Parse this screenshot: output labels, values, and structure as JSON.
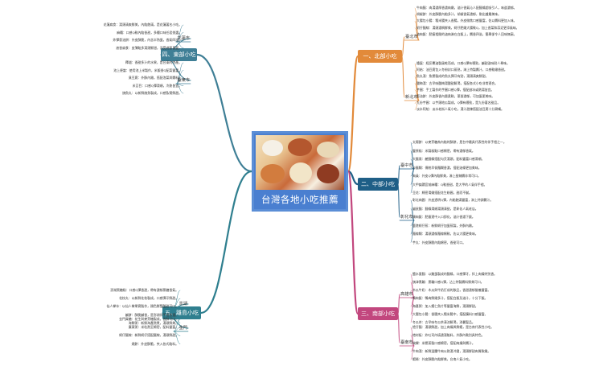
{
  "center": {
    "title": "台灣各地小吃推薦"
  },
  "colors": {
    "north": "#e28a3a",
    "central": "#1f5f87",
    "south": "#c2477e",
    "east": "#3f7f96",
    "islands": "#2f7f8f",
    "centerBorder": "#5b8ed6"
  },
  "icons": {
    "center_image": "food-photo-image"
  },
  "branches": [
    {
      "id": "north",
      "label": "一、北部小吃",
      "subs": [
        {
          "label": "臺北市",
          "items": [
            "牛肉麵：肉湯濃厚香濃肉嫩，滷汁香氣沁人配麵條超吸引人，味道濃郁。",
            "胡椒餅：外皮酥脆內餡多汁，胡椒香氣濃郁，剛出爐最美味。",
            "大腸包小腸：糯米腸夾入香腸，外皮微焦口感豐富，佐以醬料更加入味。",
            "蚵仔麵線：湯頭濃稠鮮美，蚵仔肥嫩大腸軟Q，加上香菜和蒜泥更添風味。",
            "滷肉飯：肥瘦相間的滷肉淋在白飯上，醬香四溢，簡單卻令人回味無窮。"
          ]
        },
        {
          "label": "新北市",
          "items": [
            "鐵蛋：經反覆滷製風乾而成，口感Q彈有嚼勁，鹹甜滋味耐人尋味。",
            "阿給：油豆腐包入冬粉封口蒸熟，淋上特製醬汁，口感軟嫩香甜。",
            "魚丸湯：魚漿製成的魚丸彈牙有勁，湯頭清爽鮮甜。",
            "酸梅湯：古早味酸梅湯酸甜解渴，搭配各式小吃非常適合。",
            "芋圓：手工製作的芋圓口感Q彈，搭配剉冰或熱湯皆宜。",
            "蔥油餅：外皮酥香內層柔軟，蔥香濃郁，可加蛋更美味。",
            "九份芋圓：以芋頭地瓜製成，Q彈有嚼勁，是九份著名甜品。",
            "淡水阿給：淡水老街人氣小吃，湯汁甜辣搭配油豆腐十分涮嘴。"
          ]
        }
      ]
    },
    {
      "id": "central",
      "label": "二、中部小吃",
      "subs": [
        {
          "label": "臺中市",
          "items": [
            "太陽餅：以麥芽糖為內餡的酥餅，是台中最具代表性的伴手禮之一。",
            "豐原糕：米製糕點口感綿密，帶有濃郁香氣。",
            "大麵羹：鹼麵條搭配勾芡湯頭，配料豐富口感滑順。",
            "炒麵糊：傳統早餐麵糊香濃，搭配油條更加美味。",
            "肉員：外皮Q彈內餡鮮美，淋上甜辣醬非常可口。",
            "大甲鎮瀾宮前麻糬：Q軟香甜，是大甲的人氣伴手禮。",
            "豆花：綿密滑嫩搭配花生粉圓，甜而不膩。"
          ]
        },
        {
          "label": "彰化市",
          "items": [
            "彰化肉圓：外皮透明Q彈，內餡飽滿豐富，淋上特調醬汁。",
            "貓鼠麵：麵條滑順湯頭清甜，是彰化人氣老店。",
            "爌肉飯：肥瘦適中入口即化，滷汁香濃下飯。",
            "鹿港蚵仔煎：新鮮蚵仔加蛋煎製，外酥內嫩。",
            "麵線糊：湯頭濃郁麵線綿軟，佐以大腸更美味。",
            "芋丸：外皮酥脆內餡綿密，香甜可口。"
          ]
        }
      ]
    },
    {
      "id": "south",
      "label": "三、南部小吃",
      "subs": [
        {
          "label": "高雄市",
          "items": [
            "鹽水意麵：以雞蛋製成的麵條，口感彈牙，拌上肉燥特別香。",
            "旗津黑輪：黑輪口感Q彈，沾上特製醬料鮮美可口。",
            "木瓜牛奶：木瓜與牛奶打成的飲品，香甜濃郁營養豐富。",
            "鴨肉飯：鴨肉鮮嫩多汁，搭配白飯及滷汁，十分下飯。",
            "海產粥：加入蝦仁魚片等豐富海鮮，湯頭鮮甜。",
            "大腸包小腸：香腸夾入糯米腸中，搭配醃料口感豐富。",
            "冬瓜茶：古早味冬瓜茶清涼解渴，消暑聖品。"
          ]
        },
        {
          "label": "臺南市",
          "items": [
            "擔仔麵：湯頭鮮甜，加上肉燥與鮮蝦，是台南代表性小吃。",
            "棺材板：炸吐司內填濃湯餡料，外酥內軟別具特色。",
            "碗粿：米漿蒸製口感綿密，搭配肉燥與醬汁。",
            "牛肉湯：新鮮溫體牛肉以熱湯沖燙，湯頭鮮甜肉質軟嫩。",
            "蝦捲：外皮酥脆內餡鮮美，台南人氣小吃。"
          ]
        }
      ]
    },
    {
      "id": "east",
      "label": "四、東部小吃",
      "subs": [
        {
          "label": "花蓮市",
          "items": [
            "花蓮扁食：湯頭清爽鮮美，內餡飽滿，是花蓮著名小吃。",
            "麻糬：口感Q軟內餡香甜，多種口味任君挑選。",
            "炸彈蔥油餅：外皮酥脆，內含半熟蛋，香氣四溢。",
            "液香扁食：皮薄餡多湯頭鮮甜，深受遊客喜愛。"
          ]
        },
        {
          "label": "臺東市",
          "items": [
            "釋迦：香甜多汁的水果，是台東的特產。",
            "池上便當：使用池上米製作，米飯香Q配菜豐富。",
            "臭豆腐：外酥內嫩，搭配泡菜與醬料。",
            "米苔目：口感Q彈滑順，冷熱皆宜。",
            "旗魚丸：以新鮮旗魚製成，口感紮實鮮甜。"
          ]
        }
      ]
    },
    {
      "id": "islands",
      "label": "五、離島小吃",
      "subs": [
        {
          "label": "澎湖",
          "items": [
            "澎湖黑糖糕：口感Q彈香甜，帶有濃郁黑糖香氣。",
            "花枝丸：以新鮮花枝製成，口感彈牙鮮甜。",
            "仙人掌冰：以仙人掌果實製作，顏色鮮豔酸甜可口。",
            "鹹餅：酥脆鹹香，是澎湖伴手禮首選。",
            "海鮮粥：新鮮海產熬煮，湯頭鮮美。"
          ]
        },
        {
          "label": "金門",
          "items": [
            "金門貢糖：花生與麥芽糖製成，香酥可口。",
            "廣東粥：米粒熬至綿密，配料豐富。",
            "蚵仔麵線：新鮮蚵仔搭配麵線，湯頭鮮甜。",
            "燒餅：外皮酥脆，夾入各式餡料。"
          ]
        }
      ]
    }
  ]
}
